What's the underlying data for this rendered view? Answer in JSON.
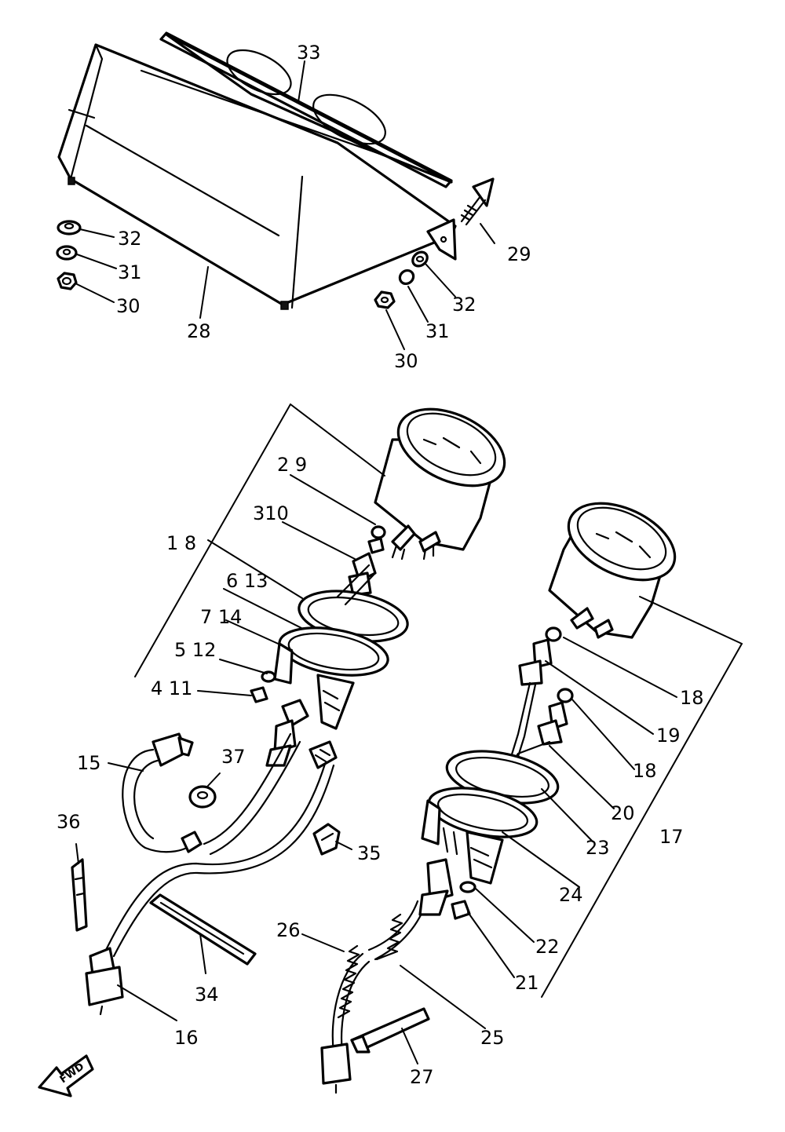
{
  "callouts": [
    {
      "id": "c33",
      "label": "33"
    },
    {
      "id": "c29a",
      "label": "29"
    },
    {
      "id": "c32a",
      "label": "32"
    },
    {
      "id": "c31a",
      "label": "31"
    },
    {
      "id": "c30a",
      "label": "30"
    },
    {
      "id": "c28",
      "label": "28"
    },
    {
      "id": "c32b",
      "label": "32"
    },
    {
      "id": "c31b",
      "label": "31"
    },
    {
      "id": "c30b",
      "label": "30"
    },
    {
      "id": "c2_9",
      "label": "2 9"
    },
    {
      "id": "c3_10",
      "label": "310"
    },
    {
      "id": "c1_8",
      "label": "1 8"
    },
    {
      "id": "c6_13",
      "label": "6 13"
    },
    {
      "id": "c7_14",
      "label": "7 14"
    },
    {
      "id": "c5_12",
      "label": "5 12"
    },
    {
      "id": "c4_11",
      "label": "4 11"
    },
    {
      "id": "c15",
      "label": "15"
    },
    {
      "id": "c37",
      "label": "37"
    },
    {
      "id": "c36",
      "label": "36"
    },
    {
      "id": "c35",
      "label": "35"
    },
    {
      "id": "c34",
      "label": "34"
    },
    {
      "id": "c16",
      "label": "16"
    },
    {
      "id": "c26",
      "label": "26"
    },
    {
      "id": "c18a",
      "label": "18"
    },
    {
      "id": "c19",
      "label": "19"
    },
    {
      "id": "c18b",
      "label": "18"
    },
    {
      "id": "c20",
      "label": "20"
    },
    {
      "id": "c17",
      "label": "17"
    },
    {
      "id": "c23",
      "label": "23"
    },
    {
      "id": "c24",
      "label": "24"
    },
    {
      "id": "c22",
      "label": "22"
    },
    {
      "id": "c21",
      "label": "21"
    },
    {
      "id": "c25",
      "label": "25"
    },
    {
      "id": "c27",
      "label": "27"
    }
  ],
  "fwd_label": "FWD"
}
